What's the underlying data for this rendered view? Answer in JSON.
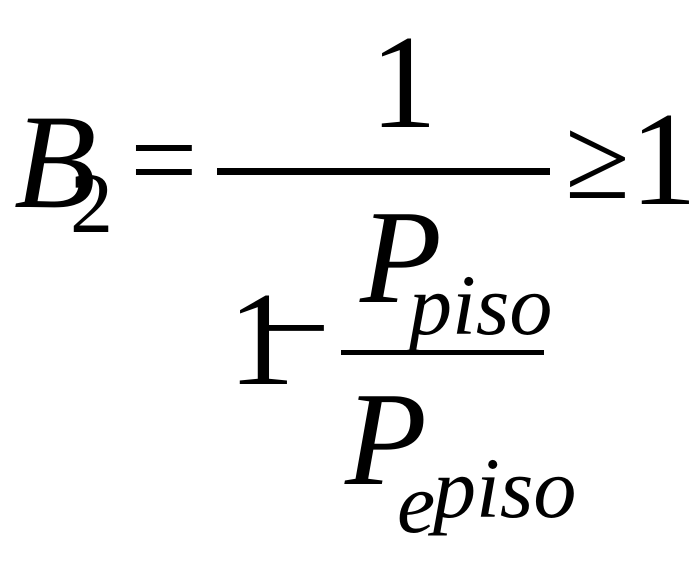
{
  "equation": {
    "lhs_symbol": "B",
    "lhs_subscript": "2",
    "equals": "=",
    "numerator": "1",
    "denominator_one": "1",
    "minus": "−",
    "inner_numerator_symbol": "P",
    "inner_numerator_subscript": "piso",
    "inner_denominator_symbol": "P",
    "inner_denominator_subscript_e": "e",
    "inner_denominator_subscript_piso": "piso",
    "relation": "≥",
    "rhs_value": "1"
  }
}
